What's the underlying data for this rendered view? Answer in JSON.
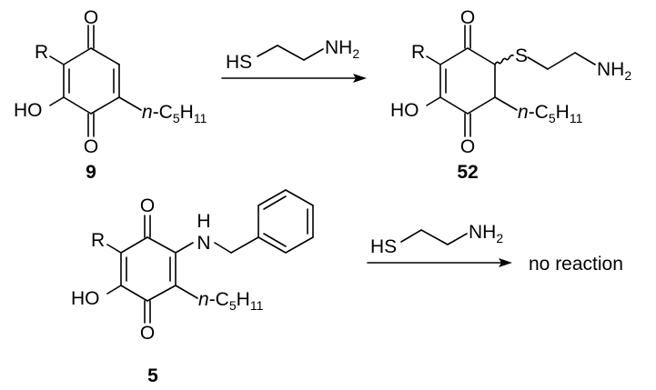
{
  "scheme": {
    "reaction1": {
      "reactant": {
        "id_label": "9",
        "substituents": {
          "R": "R",
          "OH": "HO",
          "O_top": "O",
          "O_bottom": "O",
          "alkyl_n": "n",
          "alkyl_rest": "-C",
          "alkyl_sub1": "5",
          "alkyl_H": "H",
          "alkyl_sub2": "11"
        }
      },
      "reagent": {
        "thiol": "HS",
        "amine": "NH",
        "amine_sub": "2"
      },
      "product": {
        "id_label": "52",
        "substituents": {
          "R": "R",
          "OH": "HO",
          "O_top": "O",
          "O_bottom": "O",
          "S": "S",
          "amine": "NH",
          "amine_sub": "2",
          "alkyl_n": "n",
          "alkyl_rest": "-C",
          "alkyl_sub1": "5",
          "alkyl_H": "H",
          "alkyl_sub2": "11"
        }
      }
    },
    "reaction2": {
      "reactant": {
        "id_label": "5",
        "substituents": {
          "R": "R",
          "OH": "HO",
          "O_top": "O",
          "O_bottom": "O",
          "NH_H": "H",
          "NH_N": "N",
          "alkyl_n": "n",
          "alkyl_rest": "-C",
          "alkyl_sub1": "5",
          "alkyl_H": "H",
          "alkyl_sub2": "11"
        }
      },
      "reagent": {
        "thiol": "HS",
        "amine": "NH",
        "amine_sub": "2"
      },
      "outcome": "no reaction"
    }
  }
}
